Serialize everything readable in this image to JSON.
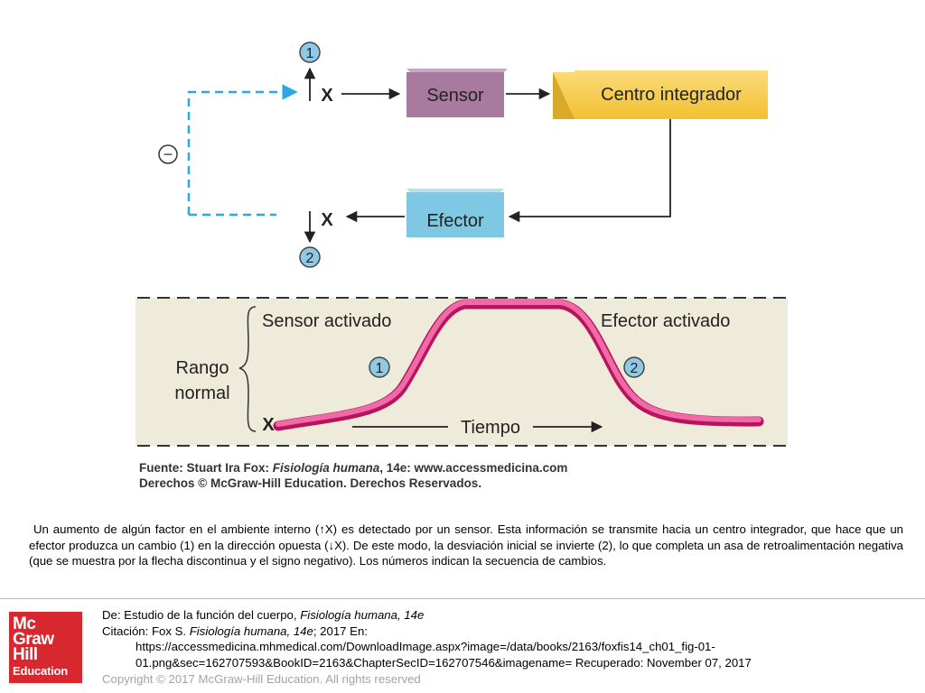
{
  "figure": {
    "loop": {
      "marker_1": "1",
      "marker_2": "2",
      "variable_top": "X",
      "variable_bottom": "X",
      "negative_sign": "−",
      "sensor": "Sensor",
      "integrator": "Centro integrador",
      "effector": "Efector"
    },
    "graph": {
      "sensor_activated": "Sensor activado",
      "effector_activated": "Efector activado",
      "normal_range_line1": "Rango",
      "normal_range_line2": "normal",
      "marker_1": "1",
      "marker_2": "2",
      "x_label": "X",
      "time_label": "Tiempo"
    },
    "credits": {
      "source_prefix": "Fuente: Stuart Ira Fox: ",
      "source_title": "Fisiología humana",
      "source_suffix": ", 14e: www.accessmedicina.com",
      "rights": "Derechos © McGraw-Hill Education. Derechos Reservados."
    }
  },
  "caption": "Un aumento de algún factor en el ambiente interno (↑X) es detectado por un sensor. Esta información se transmite hacia un centro integrador, que hace que un efector produzca un cambio (1) en la dirección opuesta (↓X). De este modo, la desviación inicial se invierte (2), lo que completa un asa de retroalimentación negativa (que se muestra por la flecha discontinua y el signo negativo). Los números indican la secuencia de cambios.",
  "logo": {
    "line1": "Mc",
    "line2": "Graw",
    "line3": "Hill",
    "line4": "Education"
  },
  "citation": {
    "from_prefix": "De: Estudio de la función del cuerpo, ",
    "from_title": "Fisiología humana, 14e",
    "cite_prefix": "Citación: Fox S. ",
    "cite_title": "Fisiología humana, 14e",
    "cite_suffix": "; 2017 En:",
    "url_line1": "https://accessmedicina.mhmedical.com/DownloadImage.aspx?image=/data/books/2163/foxfis14_ch01_fig-01-",
    "url_line2": "01.png&sec=162707593&BookID=2163&ChapterSecID=162707546&imagename= Recuperado: November 07, 2017"
  },
  "copyright": "Copyright © 2017 McGraw-Hill Education. All rights reserved",
  "colors": {
    "sensor_box": "#a87a9f",
    "integrator_box": "#f7cd52",
    "effector_box": "#7ec8e3",
    "feedback_dashed": "#29a9e1",
    "marker_circle": "#8ecae6",
    "graph_background": "#efebdb",
    "curve": "#e0207c",
    "logo_red": "#d7282f"
  }
}
